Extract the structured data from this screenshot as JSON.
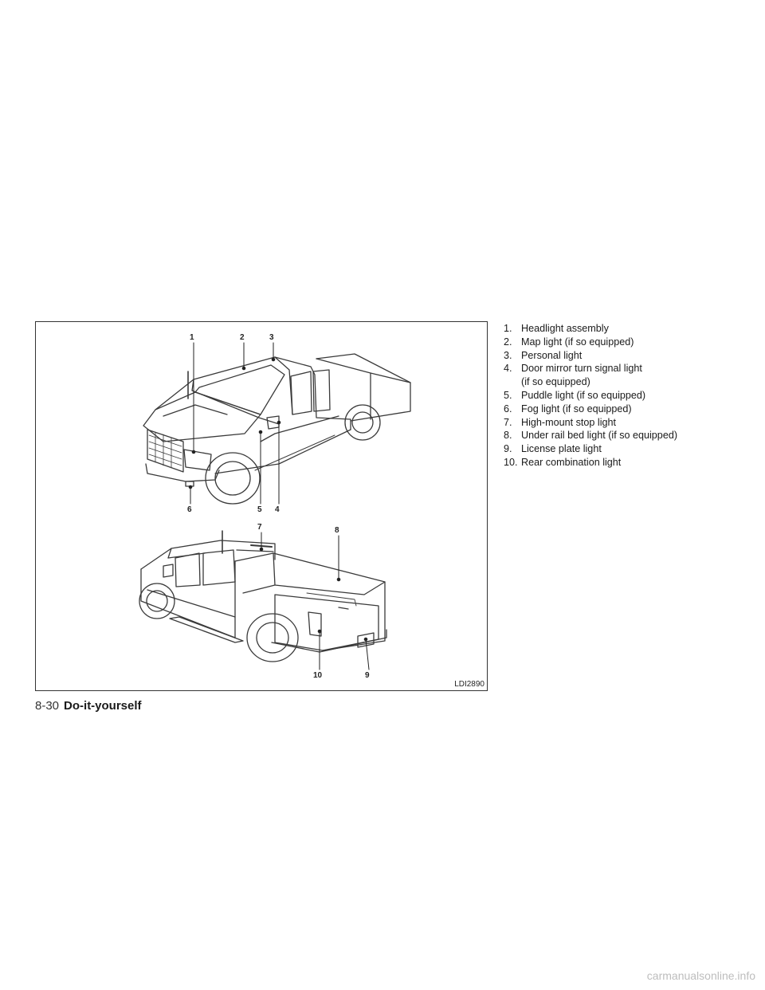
{
  "figure": {
    "callouts": [
      "1",
      "2",
      "3",
      "4",
      "5",
      "6",
      "7",
      "8",
      "9",
      "10"
    ],
    "code": "LDI2890"
  },
  "legend": {
    "items": [
      {
        "num": "1.",
        "text": "Headlight assembly"
      },
      {
        "num": "2.",
        "text": "Map light (if so equipped)"
      },
      {
        "num": "3.",
        "text": "Personal light"
      },
      {
        "num": "4.",
        "text": "Door mirror turn signal light\n(if so equipped)"
      },
      {
        "num": "5.",
        "text": "Puddle light (if so equipped)"
      },
      {
        "num": "6.",
        "text": "Fog light (if so equipped)"
      },
      {
        "num": "7.",
        "text": "High-mount stop light"
      },
      {
        "num": "8.",
        "text": "Under rail bed light (if so equipped)"
      },
      {
        "num": "9.",
        "text": "License plate light"
      },
      {
        "num": "10.",
        "text": "Rear combination light"
      }
    ]
  },
  "footer": {
    "page": "8-30",
    "section": "Do-it-yourself"
  },
  "watermark": "carmanualsonline.info"
}
